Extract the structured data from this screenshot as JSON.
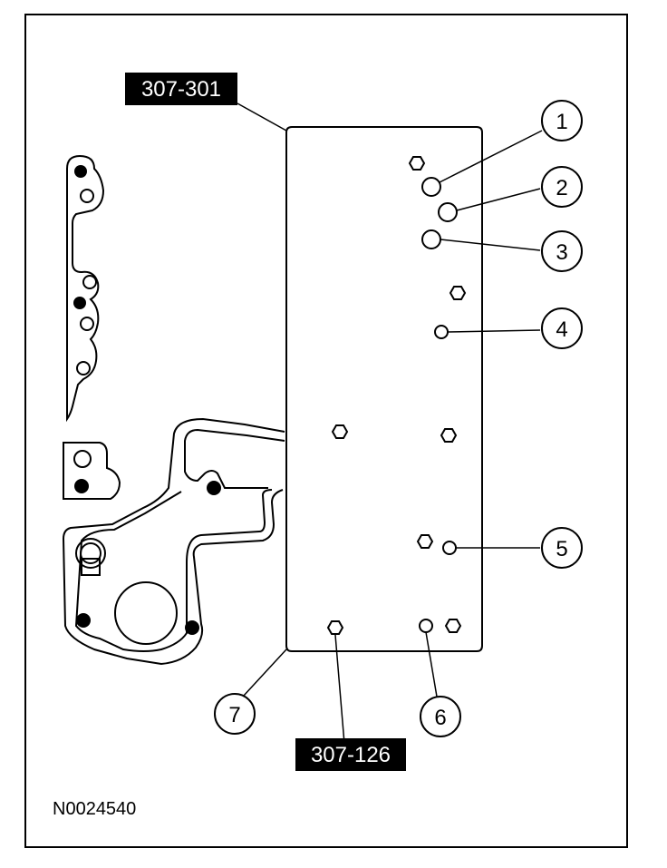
{
  "figure": {
    "id": "N0024540",
    "tools": [
      {
        "id": "tool-a",
        "label": "307-301"
      },
      {
        "id": "tool-b",
        "label": "307-126"
      }
    ],
    "callouts": [
      "1",
      "2",
      "3",
      "4",
      "5",
      "6",
      "7"
    ],
    "colors": {
      "line": "#000000",
      "background": "#ffffff",
      "tag_fill": "#000000",
      "tag_text": "#ffffff"
    }
  }
}
